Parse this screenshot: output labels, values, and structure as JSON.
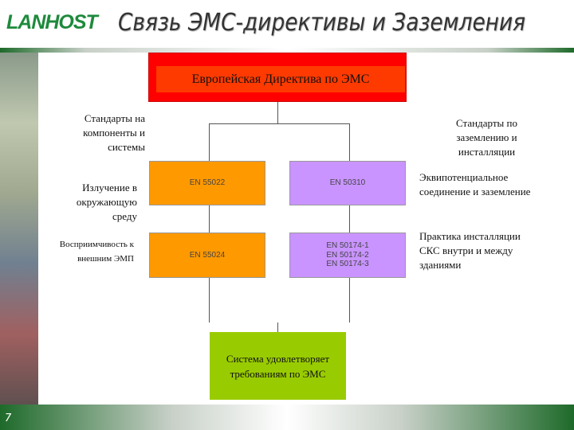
{
  "header": {
    "logo": "LANHOST",
    "title": "Связь ЭМС-директивы и Заземления"
  },
  "footer": {
    "page_number": "7"
  },
  "diagram": {
    "top": "Европейская Директива по ЭМС",
    "left_heading": "Стандарты на компоненты и системы",
    "right_heading": "Стандарты по заземлению и инсталляции",
    "left_labels": [
      "Излучение в окружающую среду",
      "Восприимчивость к внешним ЭМП"
    ],
    "right_labels": [
      "Эквипотенциальное соединение и заземление",
      "Практика инсталляции СКС внутри и между зданиями"
    ],
    "orange_boxes": [
      "EN 55022",
      "EN 55024"
    ],
    "purple_boxes": [
      "EN 50310",
      "EN 50174-1\nEN 50174-2\nEN 50174-3"
    ],
    "result": "Система удовлетворяет требованиям по ЭМС",
    "colors": {
      "top": "#ff0000",
      "orange": "#ff9900",
      "purple": "#c994ff",
      "result": "#99cc00"
    }
  }
}
